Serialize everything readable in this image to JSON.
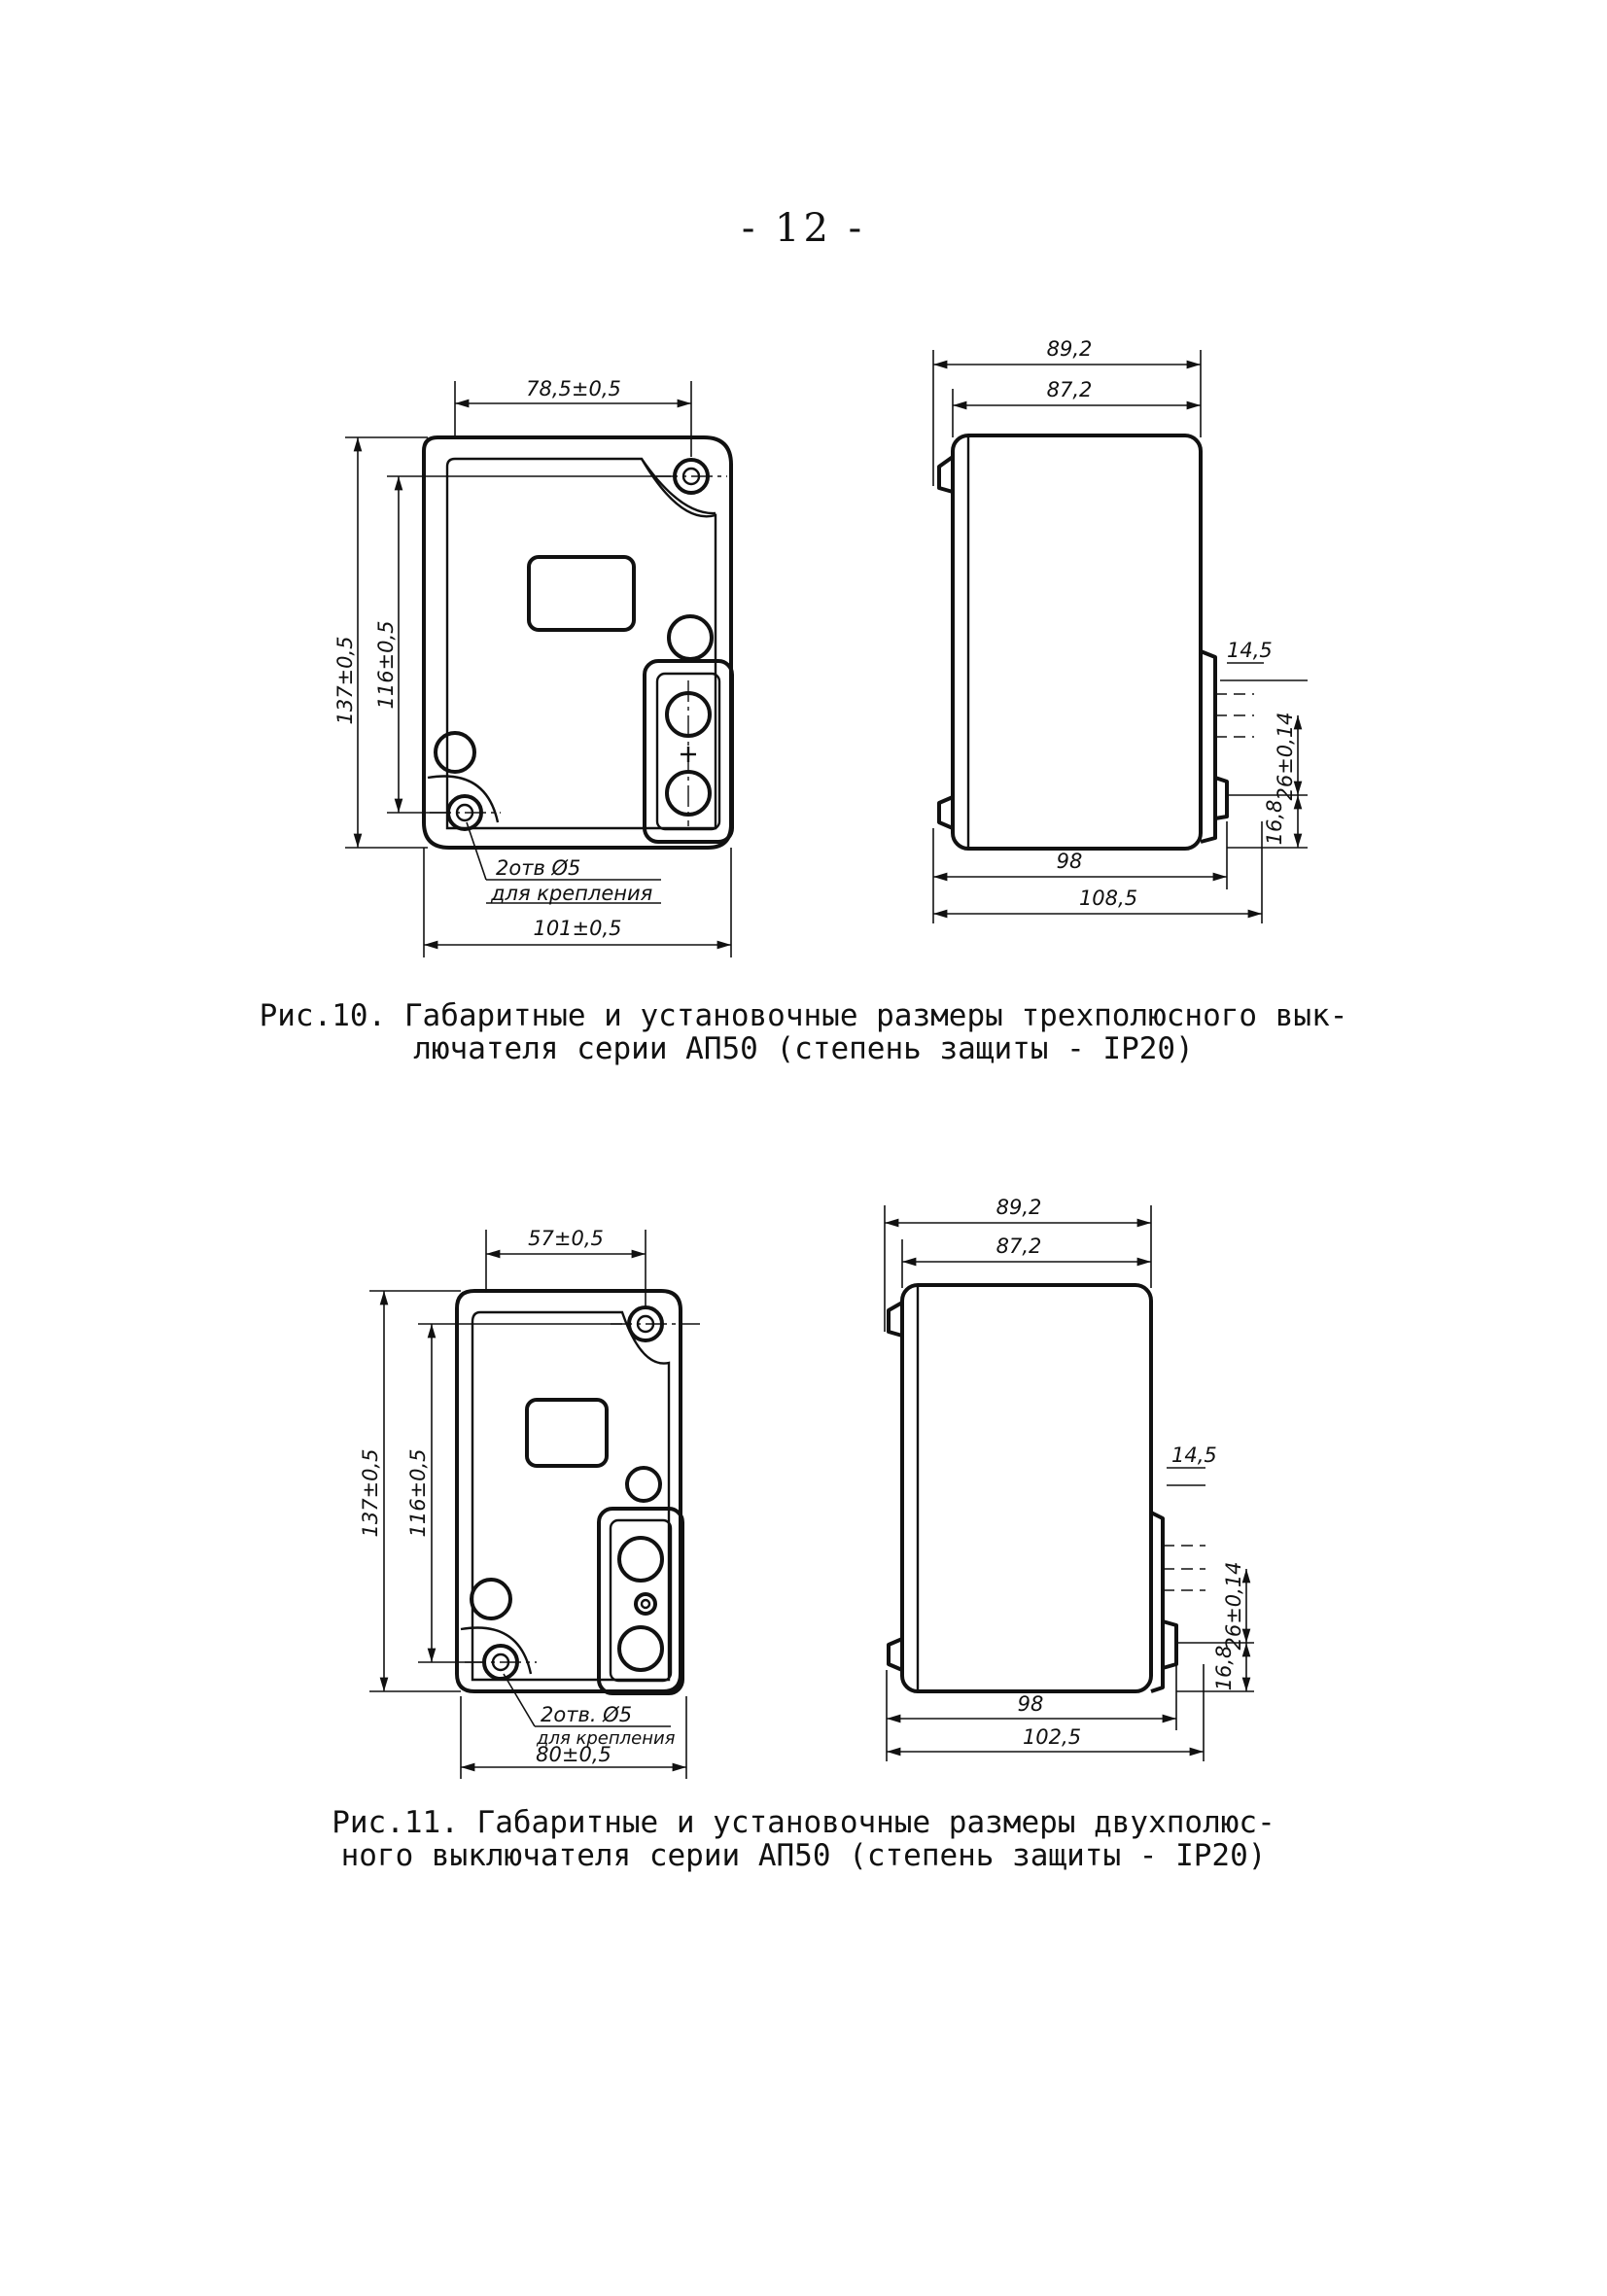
{
  "page_number": "- 12 -",
  "fig10": {
    "front": {
      "width_holes": "78,5±0,5",
      "height_total": "137±0,5",
      "height_holes": "116±0,5",
      "holes_note_line1": "2отв Ø5",
      "holes_note_line2": "для крепления",
      "width_total": "101±0,5"
    },
    "side": {
      "depth_outer": "89,2",
      "depth_inner": "87,2",
      "terminal": "14,5",
      "bracket": "26±0,14",
      "offset": "16,8",
      "base": "98",
      "overall": "108,5"
    },
    "caption_line1": "Рис.10. Габаритные и установочные размеры трехполюсного вык-",
    "caption_line2": "лючателя серии АП50 (степень защиты - IP20)"
  },
  "fig11": {
    "front": {
      "width_holes": "57±0,5",
      "height_total": "137±0,5",
      "height_holes": "116±0,5",
      "holes_note_line1": "2отв. Ø5",
      "holes_note_line2": "для крепления",
      "width_total": "80±0,5"
    },
    "side": {
      "depth_outer": "89,2",
      "depth_inner": "87,2",
      "terminal": "14,5",
      "bracket": "26±0,14",
      "offset": "16,8",
      "base": "98",
      "overall": "102,5"
    },
    "caption_line1": "Рис.11. Габаритные и установочные размеры двухполюс-",
    "caption_line2": "ного выключателя серии АП50 (степень защиты - IP20)"
  }
}
